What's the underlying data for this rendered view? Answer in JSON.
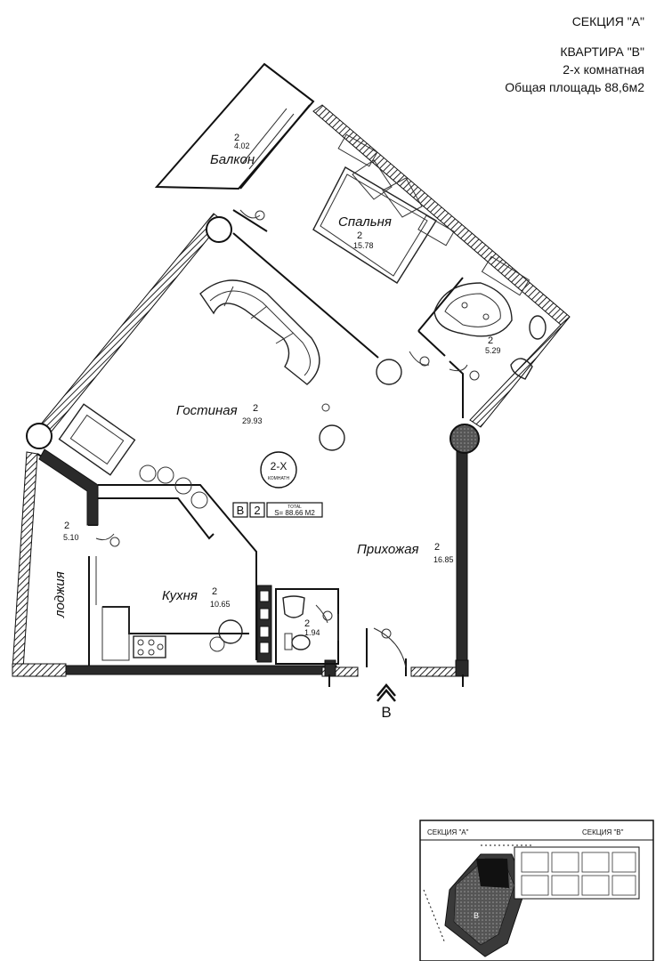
{
  "header": {
    "section": "СЕКЦИЯ \"А\"",
    "apartment": "КВАРТИРА \"В\"",
    "rooms": "2-х комнатная",
    "total_area": "Общая площадь 88,6м2"
  },
  "rooms": {
    "balcony": {
      "name": "Балкон",
      "sup": "2",
      "area": "4.02"
    },
    "bedroom": {
      "name": "Спальня",
      "sup": "2",
      "area": "15.78"
    },
    "bathroom": {
      "sup": "2",
      "area": "5.29"
    },
    "living": {
      "name": "Гостиная",
      "sup": "2",
      "area": "29.93"
    },
    "loggia": {
      "name": "лоджия",
      "sup": "2",
      "area": "5.10"
    },
    "kitchen": {
      "name": "Кухня",
      "sup": "2",
      "area": "10.65"
    },
    "wc": {
      "sup": "2",
      "area": "1.94"
    },
    "hall": {
      "name": "Прихожая",
      "sup": "2",
      "area": "16.85"
    }
  },
  "stamp": {
    "circle_top": "2-Х",
    "circle_bottom": "КОМНАТН",
    "box_letter": "B",
    "box_digit": "2",
    "total_label": "TOTAL",
    "total_value": "S= 88.66 M2"
  },
  "entrance_marker": "B",
  "key_plan": {
    "section_a": "СЕКЦИЯ \"А\"",
    "section_b": "СЕКЦИЯ \"В\"",
    "unit_mark": "B"
  }
}
